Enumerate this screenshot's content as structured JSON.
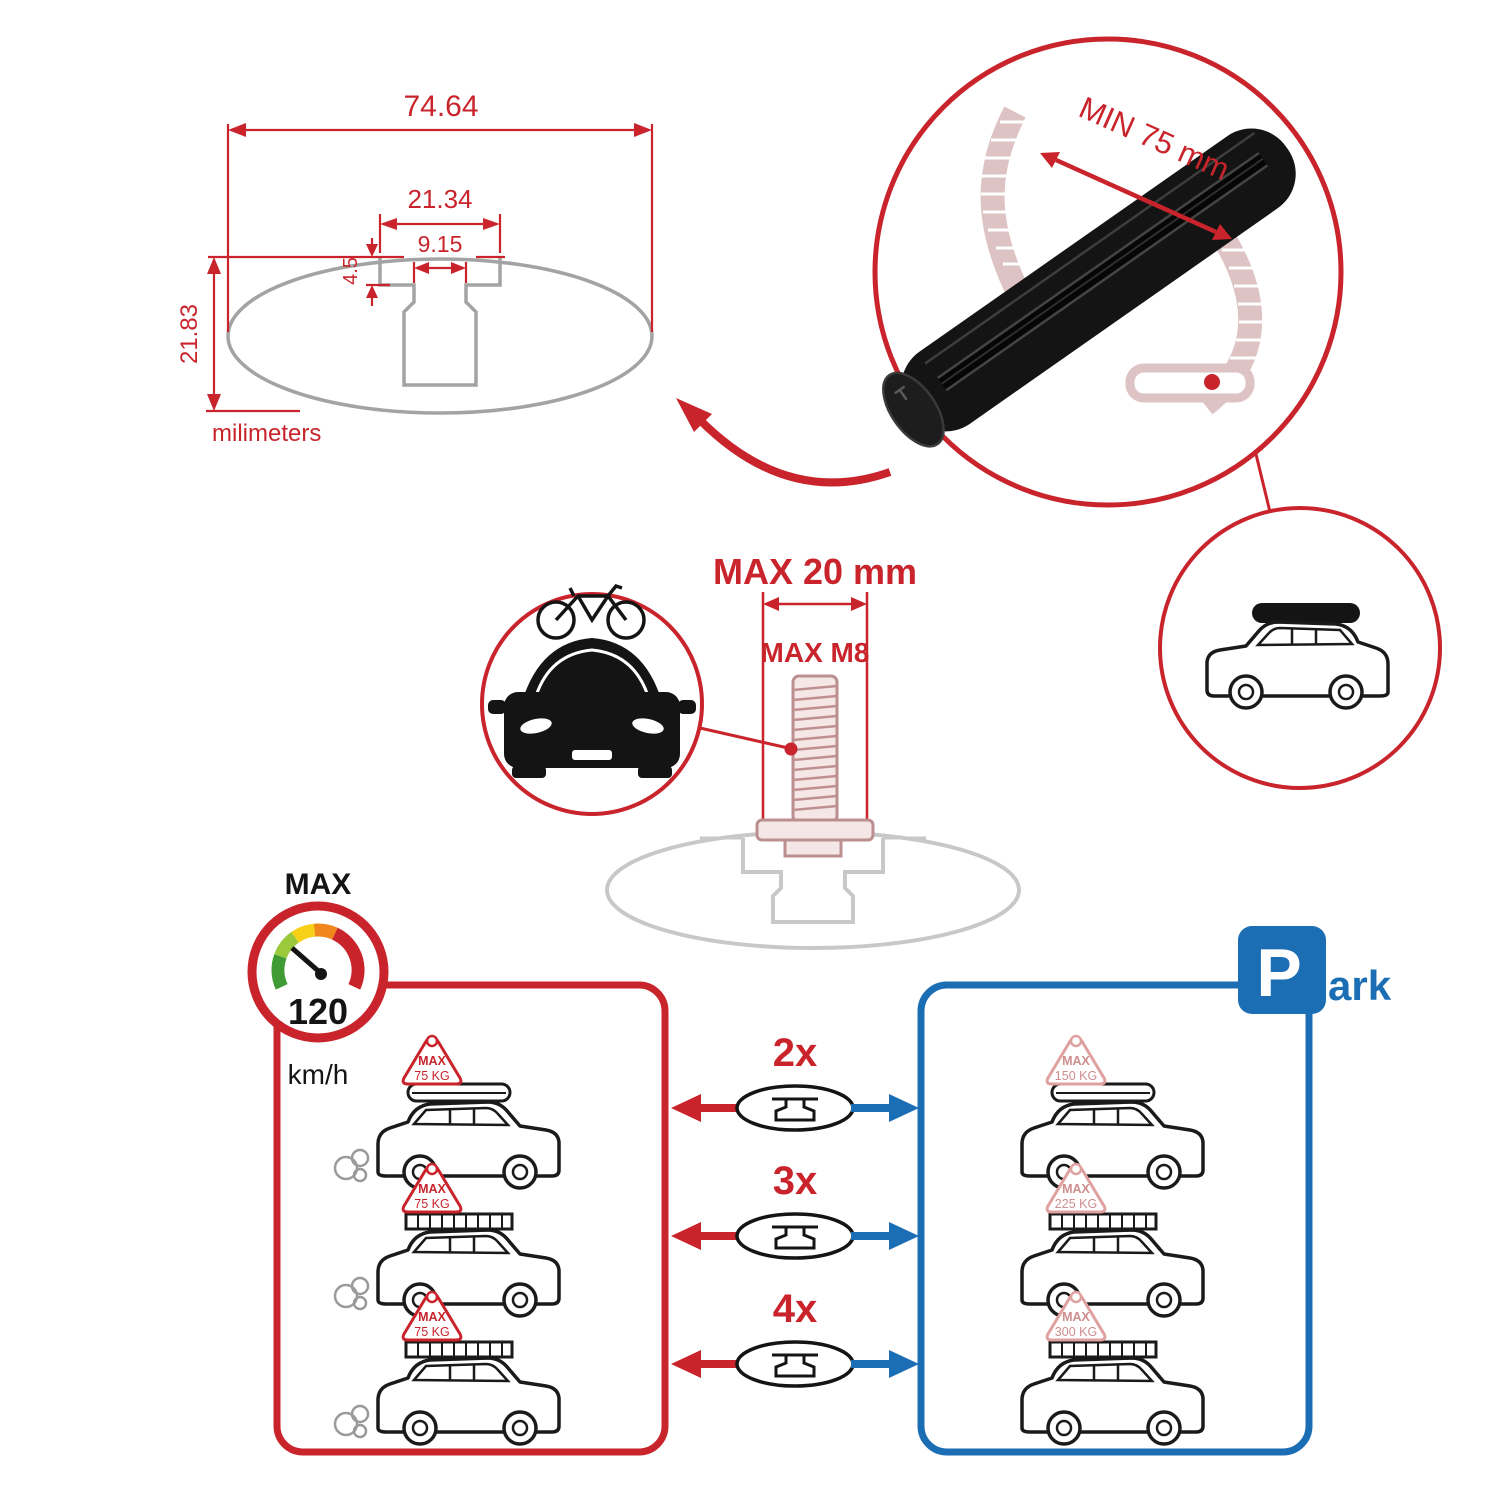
{
  "colors": {
    "accent_red": "#c9242c",
    "accent_blue": "#1b6db4",
    "ink": "#1a1a1a",
    "faded_pink": "#dfa0a0",
    "gray": "#a3a3a3"
  },
  "dimension_diagram": {
    "total_width": "74.64",
    "slot_width": "21.34",
    "inner_slot_width": "9.15",
    "lip_height": "4.5",
    "total_height": "21.83",
    "unit_label": "milimeters"
  },
  "crossbar_detail": {
    "min_span_label": "MIN 75 mm"
  },
  "bolt_spec": {
    "max_width_label": "MAX 20 mm",
    "max_thread_label": "MAX M8"
  },
  "speed_limit": {
    "label": "MAX",
    "value": "120",
    "unit": "km/h"
  },
  "comparison": {
    "counts": [
      {
        "label": "2x"
      },
      {
        "label": "3x"
      },
      {
        "label": "4x"
      }
    ],
    "moving_cars": [
      {
        "tag_label": "MAX",
        "tag_value": "75 KG"
      },
      {
        "tag_label": "MAX",
        "tag_value": "75 KG"
      },
      {
        "tag_label": "MAX",
        "tag_value": "75 KG"
      }
    ],
    "parked_cars": [
      {
        "tag_label": "MAX",
        "tag_value": "150 KG"
      },
      {
        "tag_label": "MAX",
        "tag_value": "225 KG"
      },
      {
        "tag_label": "MAX",
        "tag_value": "300 KG"
      }
    ],
    "park_sign": {
      "letter": "P",
      "suffix": "ark"
    }
  },
  "icons": {
    "speedometer": "speedometer-gauge-icon",
    "park": "park-sign",
    "suv_side": "suv-side-icon",
    "suv_roofbox": "suv-with-roofbox-icon",
    "car_front_bike": "car-front-with-bike-icon",
    "crossbar_profile": "crossbar-profile-icon"
  }
}
